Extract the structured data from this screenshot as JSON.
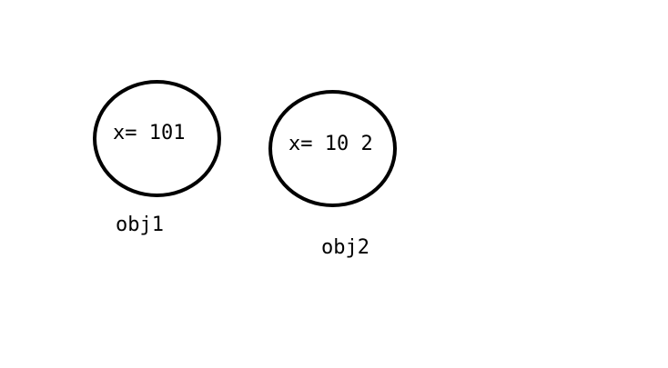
{
  "objects": [
    {
      "value_text": "x= 101",
      "label": "obj1"
    },
    {
      "value_text": "x= 10 2",
      "label": "obj2"
    }
  ],
  "colors": {
    "background": "#ffffff",
    "stroke": "#000000",
    "text": "#000000"
  }
}
